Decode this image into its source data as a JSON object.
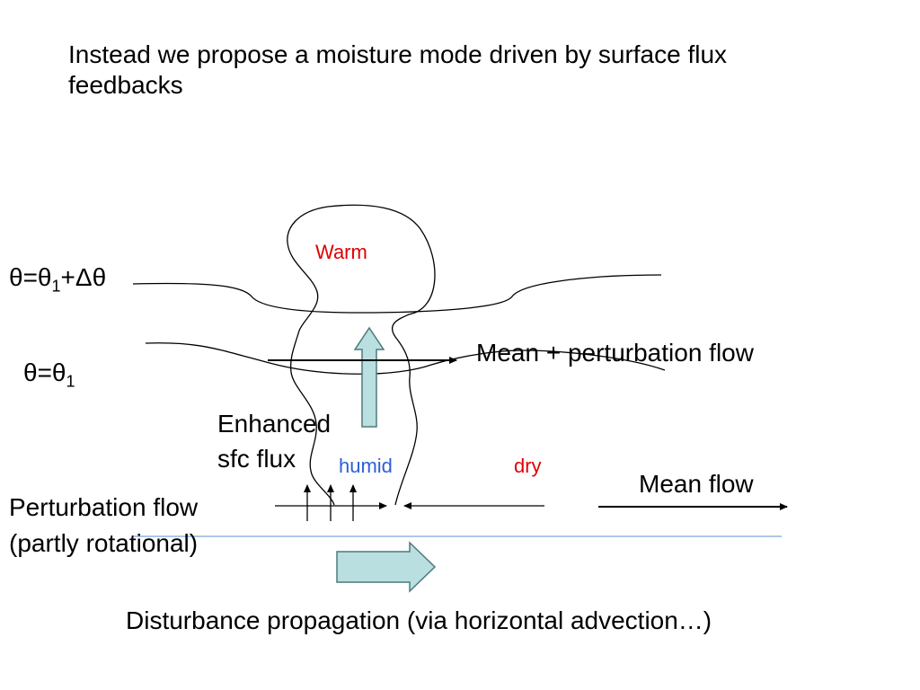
{
  "slide": {
    "title": "Instead we propose a moisture mode driven by surface flux feedbacks"
  },
  "labels": {
    "warm": "Warm",
    "theta_upper": {
      "lhs": "θ=θ",
      "sub": "1",
      "rhs": "+Δθ"
    },
    "theta_lower": {
      "lhs": "θ=θ",
      "sub": "1"
    },
    "mean_perturbation_flow": "Mean + perturbation flow",
    "enhanced_line1": "Enhanced",
    "enhanced_line2": "sfc flux",
    "humid": "humid",
    "dry": "dry",
    "mean_flow": "Mean flow",
    "perturbation_line1": "Perturbation flow",
    "perturbation_line2": "(partly rotational)",
    "propagation": "Disturbance propagation (via horizontal advection…)"
  },
  "colors": {
    "warm": "#e00000",
    "dry": "#e00000",
    "humid": "#2e5fd6",
    "fat_arrow_fill": "#b9dfe0",
    "fat_arrow_stroke": "#4d7a7b",
    "surface_line": "#5b8fd0"
  }
}
